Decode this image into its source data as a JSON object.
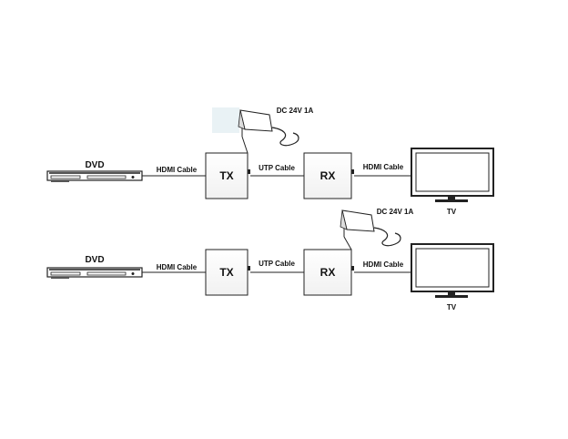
{
  "rows": [
    {
      "source_label": "DVD",
      "cable1": "HDMI Cable",
      "tx": "TX",
      "cable2": "UTP Cable",
      "rx": "RX",
      "cable3": "HDMI Cable",
      "display_label": "TV",
      "power_label": "DC 24V 1A",
      "power_at": "TX"
    },
    {
      "source_label": "DVD",
      "cable1": "HDMI Cable",
      "tx": "TX",
      "cable2": "UTP Cable",
      "rx": "RX",
      "cable3": "HDMI Cable",
      "display_label": "TV",
      "power_label": "DC 24V 1A",
      "power_at": "RX"
    }
  ]
}
